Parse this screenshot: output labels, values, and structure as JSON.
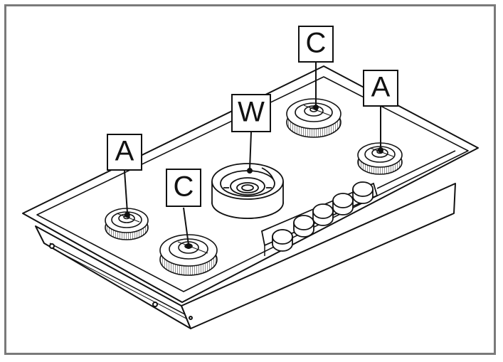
{
  "callouts": {
    "left_a": "A",
    "front_c": "C",
    "center_w": "W",
    "rear_c": "C",
    "right_a": "A"
  },
  "knobs": {
    "count": 5
  }
}
